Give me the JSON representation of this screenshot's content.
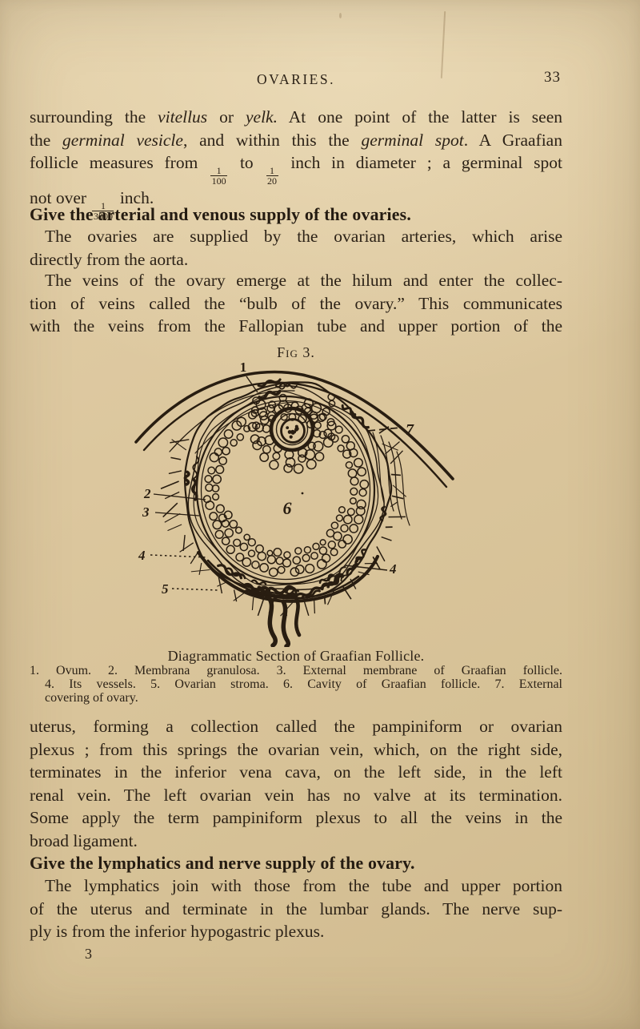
{
  "colors": {
    "paper": "#dcc79e",
    "ink": "#281d11",
    "text": "#2c2217"
  },
  "header": {
    "running_title": "OVARIES.",
    "page_number": "33"
  },
  "footer": {
    "signature_mark": "3"
  },
  "question1": {
    "heading": "Give the arterial and venous supply of the ovaries."
  },
  "question2": {
    "heading": "Give the lymphatics and nerve supply of the ovary."
  },
  "paragraphs": {
    "intro": [
      {
        "rich": [
          {
            "t": "surrounding the "
          },
          {
            "t": "vitellus",
            "i": 1
          },
          {
            "t": " or "
          },
          {
            "t": "yelk.",
            "i": 1
          },
          {
            "t": " At one point of the latter is seen"
          }
        ],
        "just": 1
      },
      {
        "rich": [
          {
            "t": "the "
          },
          {
            "t": "germinal vesicle",
            "i": 1
          },
          {
            "t": ", and within this the "
          },
          {
            "t": "germinal spot",
            "i": 1
          },
          {
            "t": ". A Graafian"
          }
        ],
        "just": 1
      },
      {
        "rich": [
          {
            "t": "follicle measures from "
          },
          {
            "f": [
              "1",
              "100"
            ]
          },
          {
            "t": " to "
          },
          {
            "f": [
              "1",
              "20"
            ]
          },
          {
            "t": " inch in diameter ; a germinal spot"
          }
        ],
        "just": 1
      },
      {
        "rich": [
          {
            "t": "not over "
          },
          {
            "f": [
              "1",
              "3000"
            ]
          },
          {
            "t": " inch."
          }
        ]
      }
    ],
    "arterial_a": [
      {
        "t": "The ovaries are supplied by the ovarian arteries, which arise",
        "just": 1,
        "ind": 1
      },
      {
        "t": "directly from the aorta."
      }
    ],
    "arterial_b": [
      {
        "t": "The veins of the ovary emerge at the hilum and enter the collec-",
        "just": 1,
        "ind": 1
      },
      {
        "t": "tion of veins called the “bulb of the ovary.” This communicates",
        "just": 1
      },
      {
        "t": "with the veins from the Fallopian tube and upper portion of the",
        "just": 1
      }
    ],
    "continuation": [
      {
        "t": "uterus, forming a collection called the pampiniform or ovarian",
        "just": 1
      },
      {
        "t": "plexus ; from this springs the ovarian vein, which, on the right side,",
        "just": 1
      },
      {
        "t": "terminates in the inferior vena cava, on the left side, in the left",
        "just": 1
      },
      {
        "t": "renal vein. The left ovarian vein has no valve at its termination.",
        "just": 1
      },
      {
        "t": "Some apply the term pampiniform plexus to all the veins in the",
        "just": 1
      },
      {
        "t": "broad ligament."
      }
    ],
    "lymphatic": [
      {
        "t": "The lymphatics join with those from the tube and upper portion",
        "just": 1,
        "ind": 1
      },
      {
        "t": "of the uterus and terminate in the lumbar glands. The nerve sup-",
        "just": 1
      },
      {
        "t": "ply is from the inferior hypogastric plexus."
      }
    ]
  },
  "figure": {
    "label": "Fig 3.",
    "caption": "Diagrammatic Section of Graafian Follicle.",
    "legend_lines": [
      "1. Ovum. 2. Membrana granulosa. 3. External membrane of Graafian follicle.",
      "4. Its vessels. 5. Ovarian stroma. 6. Cavity of Graafian follicle. 7. External",
      "covering of ovary."
    ],
    "callouts": {
      "ovum": "1",
      "membrana_granulosa": "2",
      "external_membrane": "3",
      "vessels_left": "4",
      "vessels_right": "4",
      "ovarian_stroma": "5",
      "cavity": "6",
      "external_covering": "7"
    }
  }
}
